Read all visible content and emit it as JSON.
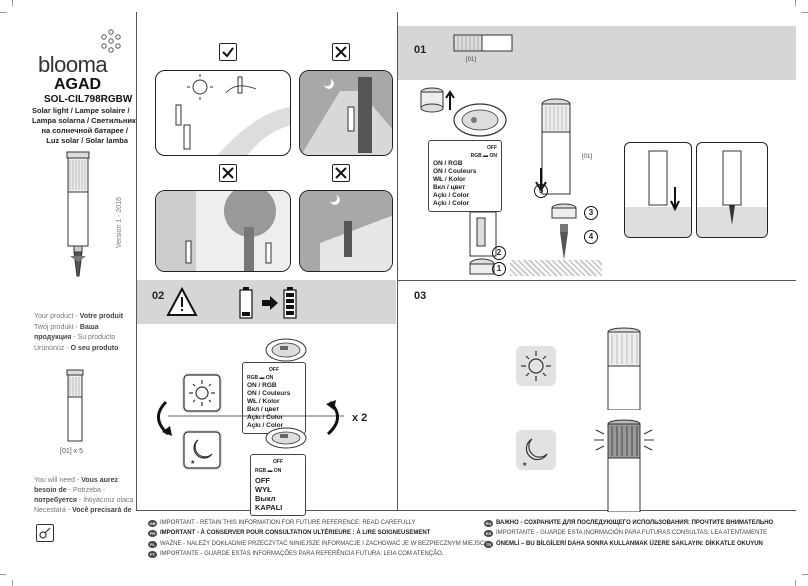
{
  "brand": {
    "name": "blooma"
  },
  "product": {
    "model": "AGAD",
    "code": "SOL-CIL798RGBW",
    "description_lines": [
      "Solar light / Lampe solaire /",
      "Lampa solarna / Светильник",
      "на солнечной батарее /",
      "Luz solar / Solar lamba"
    ],
    "version": "Version 1 - 2016",
    "your_product_lines": [
      [
        "Your product - ",
        "Votre produit"
      ],
      [
        "Twój produkt - ",
        "Ваша"
      ],
      [
        "продукция",
        " - Su producto"
      ],
      [
        "Ürününüz - ",
        "O seu produto"
      ]
    ],
    "qty": "[01] x 5",
    "you_need_lines": [
      [
        "You will need - ",
        "Vous aurez"
      ],
      [
        "besoin de",
        " - Potrzeba - "
      ],
      [
        "потребуется",
        " - İhtiyacınız olaca"
      ],
      [
        "Necestará - ",
        "Você precisará de"
      ]
    ]
  },
  "sections": {
    "s01": "01",
    "s02": "02",
    "s03": "03"
  },
  "step01": {
    "part_label_top": "[01]",
    "part_label_side": "[01]",
    "steps": [
      "1",
      "2",
      "3",
      "4",
      "5"
    ]
  },
  "switch_card_main": {
    "off_label": "OFF",
    "rgb_label": "RGB",
    "on_label": "ON",
    "lines": [
      "ON / RGB",
      "ON / Couleurs",
      "WŁ / Kolor",
      "Вкл / цвет",
      "Açkı / Color",
      "Açkı / Color"
    ]
  },
  "switch_card_02": {
    "off_label": "OFF",
    "rgb_label": "RGB",
    "on_label": "ON",
    "lines": [
      "ON / RGB",
      "ON / Couleurs",
      "WŁ / Kolor",
      "Вкл / цвет",
      "Açkı / Color",
      "Açkı / Color"
    ]
  },
  "switch_card_off": {
    "off_label": "OFF",
    "rgb_label": "RGB",
    "on_label": "ON",
    "lines": [
      "OFF",
      "WYŁ",
      "Выкл",
      "KAPALI"
    ]
  },
  "repeat_label": "x 2",
  "footer_left": [
    {
      "lang": "GB",
      "text": "IMPORTANT - RETAIN THIS INFORMATION FOR FUTURE REFERENCE: READ CAREFULLY",
      "strong": false
    },
    {
      "lang": "FR",
      "text": "IMPORTANT - À CONSERVER POUR CONSULTATION ULTÉRIEURE : À LIRE SOIGNEUSEMENT",
      "strong": true
    },
    {
      "lang": "PL",
      "text": "WAŻNE - NALEŻY DOKŁADNIE PRZECZYTAĆ NINIEJSZE INFORMACJE I ZACHOWAĆ JE W BEZPIECZNYM MIEJSCU",
      "strong": false
    },
    {
      "lang": "PT",
      "text": "IMPORTANTE - GUARDE ESTAS INFORMAÇÕES PARA REFERÊNCIA FUTURA: LEIA COM ATENÇÃO.",
      "strong": false
    }
  ],
  "footer_right": [
    {
      "lang": "RU",
      "text": "ВАЖНО - СОХРАНИТЕ ДЛЯ ПОСЛЕДУЮЩЕГО ИСПОЛЬЗОВАНИЯ: ПРОЧТИТЕ ВНИМАТЕЛЬНО",
      "strong": true
    },
    {
      "lang": "ES",
      "text": "IMPORTANTE - GUARDE ESTA INORMACIÓN PARA FUTURAS CONSULTAS: LEA ATENTAMENTE",
      "strong": false
    },
    {
      "lang": "TR",
      "text": "ÖNEMLİ – BU BİLGİLERİ DAHA SONRA KULLANMAK ÜZERE SAKLAYIN: DİKKATLE OKUYUN",
      "strong": true
    }
  ]
}
